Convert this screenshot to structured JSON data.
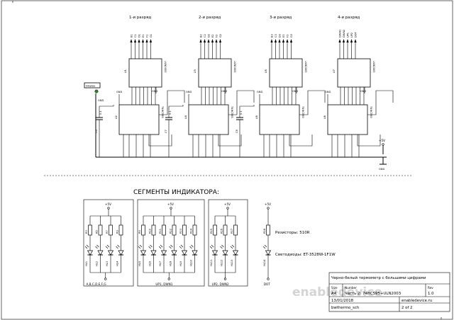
{
  "digit_labels": [
    "1-и разряд",
    "2-и разряд",
    "3-и разряд",
    "4-и разряд"
  ],
  "chips": [
    {
      "shift": "U2",
      "shift_part": "74HC595",
      "driver": "U1",
      "driver_part": "ULN2003",
      "cap": "C6",
      "cap_val": "0.1"
    },
    {
      "shift": "U4",
      "shift_part": "74HC595",
      "driver": "U3",
      "driver_part": "ULN2003",
      "cap": "C7",
      "cap_val": "0.1"
    },
    {
      "shift": "U6",
      "shift_part": "74HC595",
      "driver": "U5",
      "driver_part": "ULN2003",
      "cap": "C8",
      "cap_val": "0.1"
    },
    {
      "shift": "U8",
      "shift_part": "74HC595",
      "driver": "U7",
      "driver_part": "ULN2003",
      "cap": "",
      "cap_val": ""
    }
  ],
  "seg_outputs": [
    [
      "B1",
      "C1",
      "D1",
      "E1",
      "F1",
      "G1"
    ],
    [
      "B2",
      "C2",
      "D2",
      "E2",
      "F2",
      "G2"
    ],
    [
      "B3",
      "C3",
      "D3",
      "E3",
      "F3",
      "G3"
    ],
    [
      "DWN1",
      "DWN2",
      "UP1",
      "UP2",
      "DOT"
    ]
  ],
  "display_label": "Display",
  "gnd_label": "GND",
  "vcc_label": "+5V",
  "segments_heading": "СЕГМЕНТЫ ИНДИКАТОРА:",
  "groups": [
    {
      "vcc": "+5V",
      "resistors": [
        "R3",
        "R5",
        "R7",
        "R9"
      ],
      "leds": [
        "HL1",
        "HL2",
        "HL3",
        "HL4"
      ],
      "caption": "A,B,C,D,E,F,G"
    },
    {
      "vcc": "+5V",
      "resistors": [
        "R9",
        "R10",
        "R11",
        "R12",
        "R13",
        "R14"
      ],
      "leds": [
        "HL5",
        "HL6",
        "HL7",
        "HL8",
        "HL9",
        "HL10"
      ],
      "caption": "UP1, DWN1"
    },
    {
      "vcc": "+5V",
      "resistors": [
        "R15",
        "R16",
        "R17"
      ],
      "leds": [
        "HL11",
        "HL12",
        "HL13"
      ],
      "caption": "UP2, DWN2"
    },
    {
      "vcc": "+5V",
      "resistors": [
        "R18"
      ],
      "leds": [
        "HL14"
      ],
      "caption": "DOT"
    }
  ],
  "notes": {
    "resistors": "Резисторы: 510R",
    "leds": "Светодиоды: ET-3528W-1F1W"
  },
  "title_block": {
    "title": "Черно-белый термометр с большими цифрами",
    "size_label": "Size",
    "size_value": "A4",
    "number_label": "Number",
    "number_value": "Часть 2: 74HC595+ULN2003",
    "rev_label": "Rev",
    "rev_value": "1.0",
    "date": "13/01/2018",
    "site": "enabledevice.ru",
    "file": "bwthermo_sch",
    "sheet": "2 of 2"
  },
  "watermark": "enabledevice"
}
